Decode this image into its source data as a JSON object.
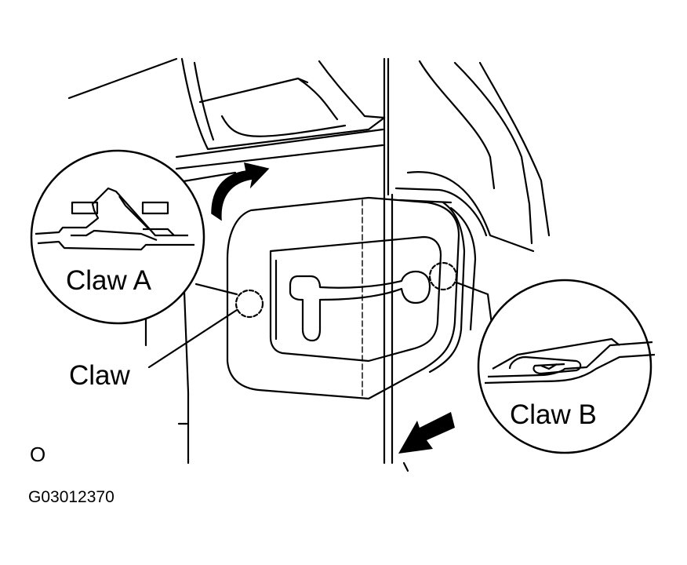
{
  "labels": {
    "claw_a": "Claw A",
    "claw_b": "Claw B",
    "claw": "Claw",
    "corner_mark": "O",
    "figure_code": "G03012370"
  },
  "colors": {
    "ink": "#000000",
    "paper": "#ffffff"
  }
}
